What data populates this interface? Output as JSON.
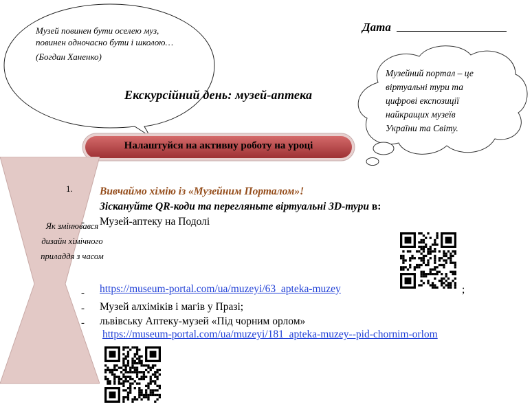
{
  "quote": {
    "text": "Музей повинен бути оселею муз, повинен одночасно бути і школою…",
    "author": "(Богдан Ханенко)"
  },
  "date_label": "Дата",
  "cloud_text": "Музейний портал – це віртуальні тури та цифрові експозиції найкращих музеїв України та Світу.",
  "title": "Екскурсійний день: музей-аптека",
  "banner": "Налаштуйся на активну роботу на уроці",
  "step_number": "1.",
  "side_text": "Як змінювався дизайн хімічного приладдя з часом",
  "task": {
    "heading": "Вивчаймо хімію із «Музейним Порталом»!",
    "subheading_italic": "Зіскануйте QR-коди та перегляньте віртуальні 3D-тури",
    "subheading_tail": " в:",
    "items": [
      {
        "dash": "-",
        "text": "Музей-аптеку на Подолі"
      },
      {
        "dash": "-",
        "link": "https://museum-portal.com/ua/muzeyi/63_apteka-muzey",
        "suffix": ";"
      },
      {
        "dash": "-",
        "text": "Музей алхіміків і магів у Празі;"
      },
      {
        "dash": "-",
        "text": "львівську Аптеку-музей «Під чорним орлом»"
      }
    ],
    "link2": "https://museum-portal.com/ua/muzeyi/181_apteka-muzey--pid-chornim-orlom"
  },
  "colors": {
    "banner": "#b8484a",
    "hourglass": "#e3c9c6",
    "heading": "#944c1a",
    "link": "#1f3fd6"
  },
  "icons": [
    "qr-code-icon",
    "qr-code-icon"
  ]
}
